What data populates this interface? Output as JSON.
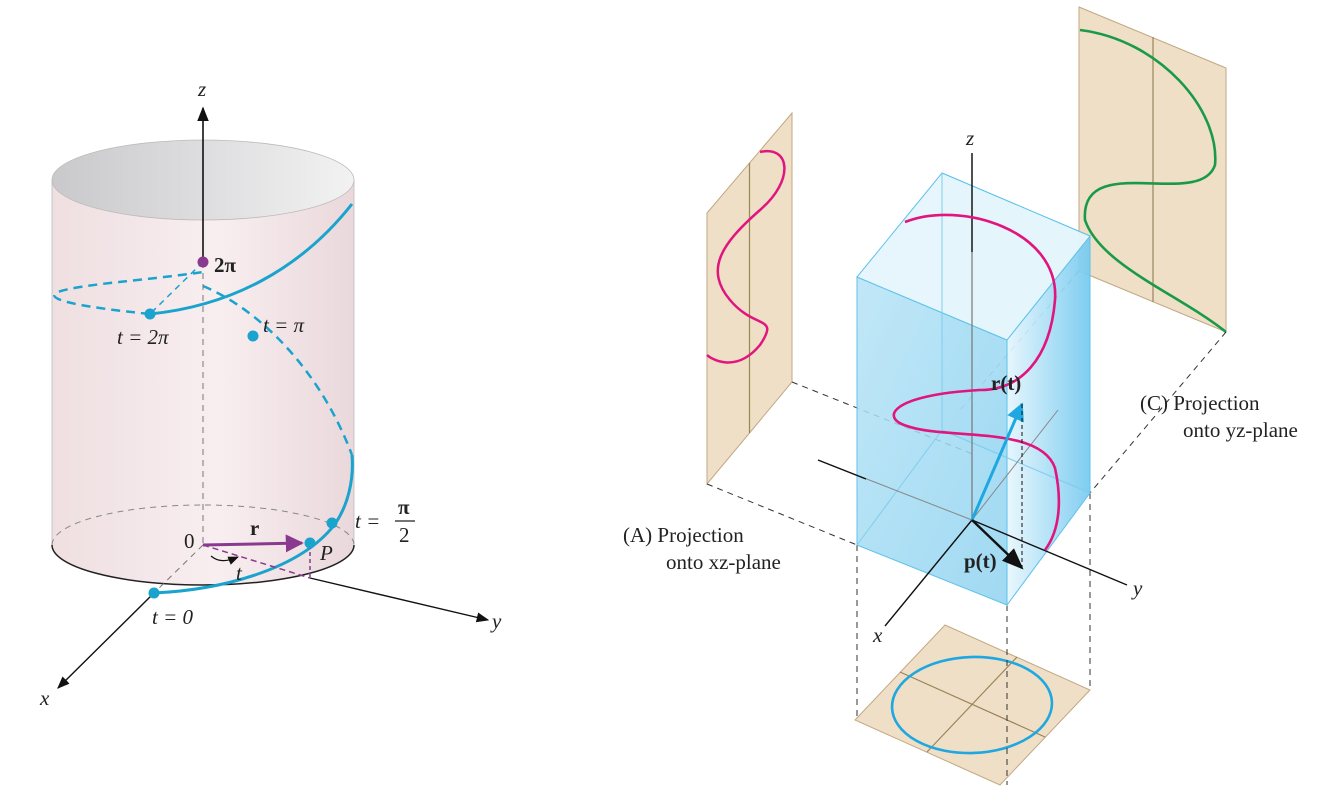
{
  "left_figure": {
    "axis_z": "z",
    "axis_x": "x",
    "axis_y": "y",
    "origin_label": "0",
    "point_2pi": "2π",
    "t_0": "t = 0",
    "t_2pi": "t = 2π",
    "t_pi": "t = π",
    "t_half_pi_prefix": "t =",
    "t_half_pi_num": "π",
    "t_half_pi_den": "2",
    "vector_r": "r",
    "angle_t": "t",
    "point_P": "P"
  },
  "right_figure": {
    "axis_z": "z",
    "axis_x": "x",
    "axis_y": "y",
    "vector_r_of_t": "r(t)",
    "vector_p_of_t": "p(t)",
    "caption_a_line1": "(A)  Projection",
    "caption_a_line2": "onto xz-plane",
    "caption_c_line1": "(C)  Projection",
    "caption_c_line2": "onto yz-plane"
  },
  "colors": {
    "helix_left": "#1aa3cc",
    "helix_right": "#e0157e",
    "projection_yz": "#1a9a48",
    "projection_xy": "#1ea7e0",
    "vector_r_left": "#8a3a8e",
    "panel_fill": "#eedfc6",
    "box_fill": "#a8ddf4",
    "cylinder_fill": "#f3e4e6"
  }
}
